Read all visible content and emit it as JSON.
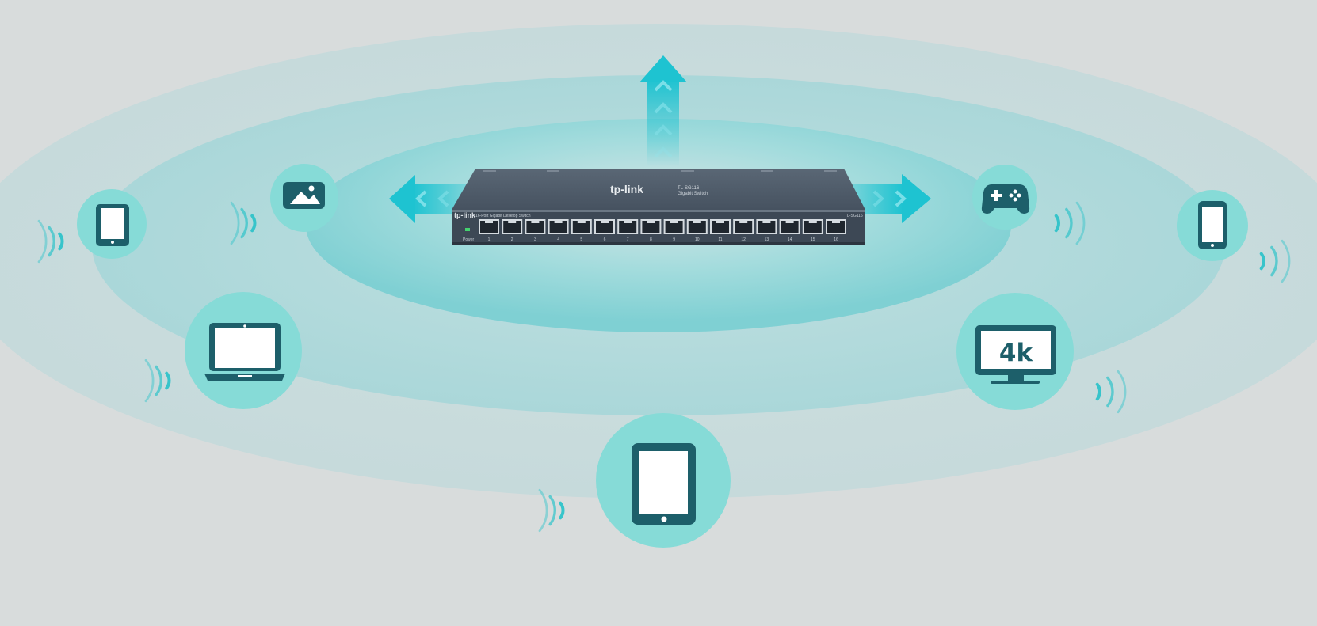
{
  "colors": {
    "background": "#d8dcdc",
    "ring_outer": "#c9dcdd",
    "ring_middle": "#b3dbdc",
    "ring_inner": "#8fd5d6",
    "device_circle": "#86dbd7",
    "device_icon": "#1d5f6a",
    "arrow": "#1fc4d2",
    "signal": "#2fc3c9",
    "switch_body": "#4b5866",
    "switch_front": "#3c4754"
  },
  "switch": {
    "brand": "tp-link",
    "top_model": "TL-SG116",
    "top_subtitle": "Gigabit Switch",
    "front_brand": "tp-link",
    "front_desc": "16-Port Gigabit Desktop Switch",
    "front_model": "TL-SG116",
    "power_label": "Power",
    "port_labels": [
      "1",
      "2",
      "3",
      "4",
      "5",
      "6",
      "7",
      "8",
      "9",
      "10",
      "11",
      "12",
      "13",
      "14",
      "15",
      "16"
    ]
  },
  "devices": [
    {
      "name": "tablet-small",
      "icon": "tablet-icon"
    },
    {
      "name": "photo",
      "icon": "image-icon"
    },
    {
      "name": "laptop",
      "icon": "laptop-icon"
    },
    {
      "name": "tablet-large",
      "icon": "tablet-icon"
    },
    {
      "name": "tv-4k",
      "icon": "tv-icon",
      "label": "4k"
    },
    {
      "name": "gamepad",
      "icon": "gamepad-icon"
    },
    {
      "name": "phone",
      "icon": "phone-icon"
    }
  ],
  "arrows": [
    "up",
    "left",
    "right"
  ]
}
